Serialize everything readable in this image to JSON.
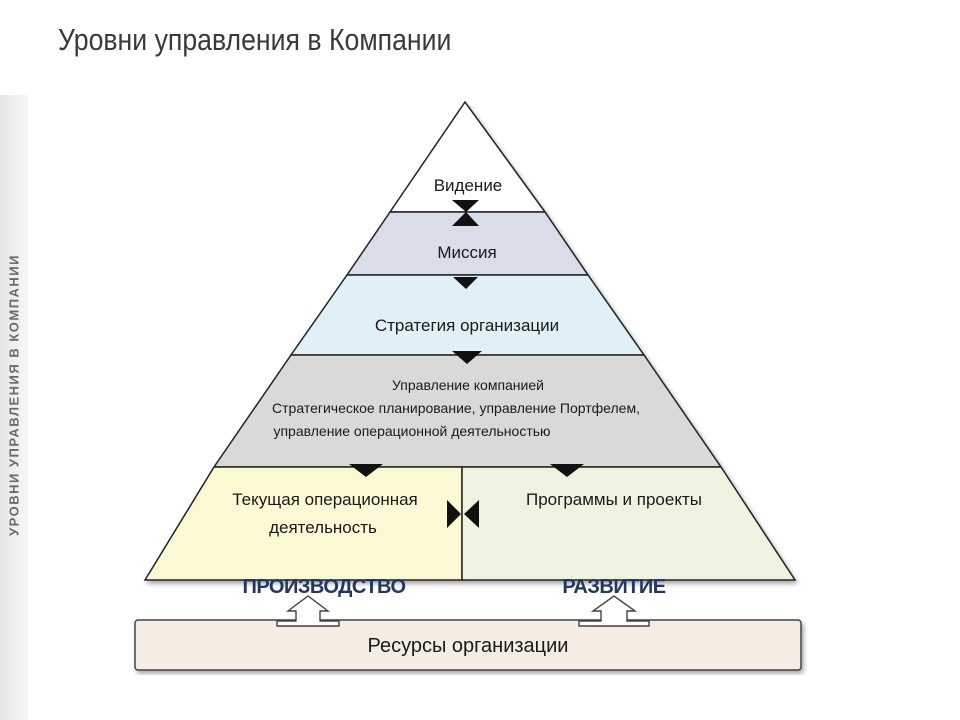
{
  "page": {
    "title": "Уровни управления в Компании",
    "side_label": "УРОВНИ УПРАВЛЕНИЯ В КОМПАНИИ"
  },
  "pyramid": {
    "vision": "Видение",
    "mission": "Миссия",
    "strategy": "Стратегия организации",
    "management": {
      "line1": "Управление компанией",
      "line2": "Стратегическое планирование, управление Портфелем,",
      "line3": "управление операционной деятельностью"
    },
    "operations": {
      "line1": "Текущая операционная",
      "line2": "деятельность"
    },
    "programs": "Программы и проекты"
  },
  "categories": {
    "production": "ПРОИЗВОДСТВО",
    "development": "РАЗВИТИЕ"
  },
  "resources": "Ресурсы организации",
  "colors": {
    "vision": "#ffffff",
    "mission": "#d9dde9",
    "strategy": "#dff1f7",
    "management": "#d9d9d9",
    "operations": "#fbf8d4",
    "programs": "#eef3df",
    "resources": "#f4ede4",
    "category_text": "#23375f"
  }
}
